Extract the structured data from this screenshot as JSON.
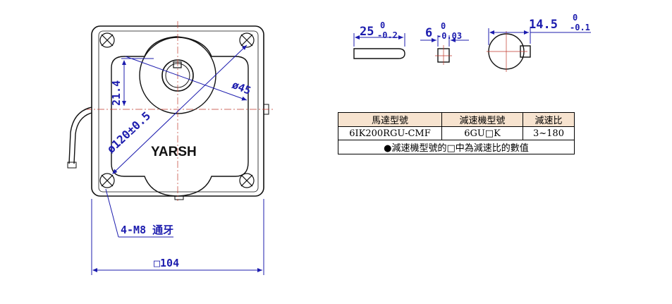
{
  "drawing": {
    "brand": "YARSH",
    "dim_diameter_outer": "ø120±0.5",
    "dim_shaft_diameter": "ø45",
    "dim_height": "21.4",
    "dim_mount": "4-M8 通牙",
    "dim_square": "□104",
    "shaft_length": {
      "value": "25",
      "upper": "0",
      "lower": "-0.2"
    },
    "key_width": {
      "value": "6",
      "upper": "0",
      "lower": "-0.03"
    },
    "shaft_cut": {
      "value": "14.5",
      "upper": "0",
      "lower": "-0.1"
    }
  },
  "spec_table": {
    "headers": [
      "馬達型號",
      "減速機型號",
      "減速比"
    ],
    "row": [
      "6IK200RGU-CMF",
      "6GU□K",
      "3~180"
    ],
    "note": "●減速機型號的□中為減速比的數值"
  },
  "colors": {
    "line": "#111111",
    "dimension": "#1c1cae",
    "header_bg": "#f7e3cf"
  }
}
